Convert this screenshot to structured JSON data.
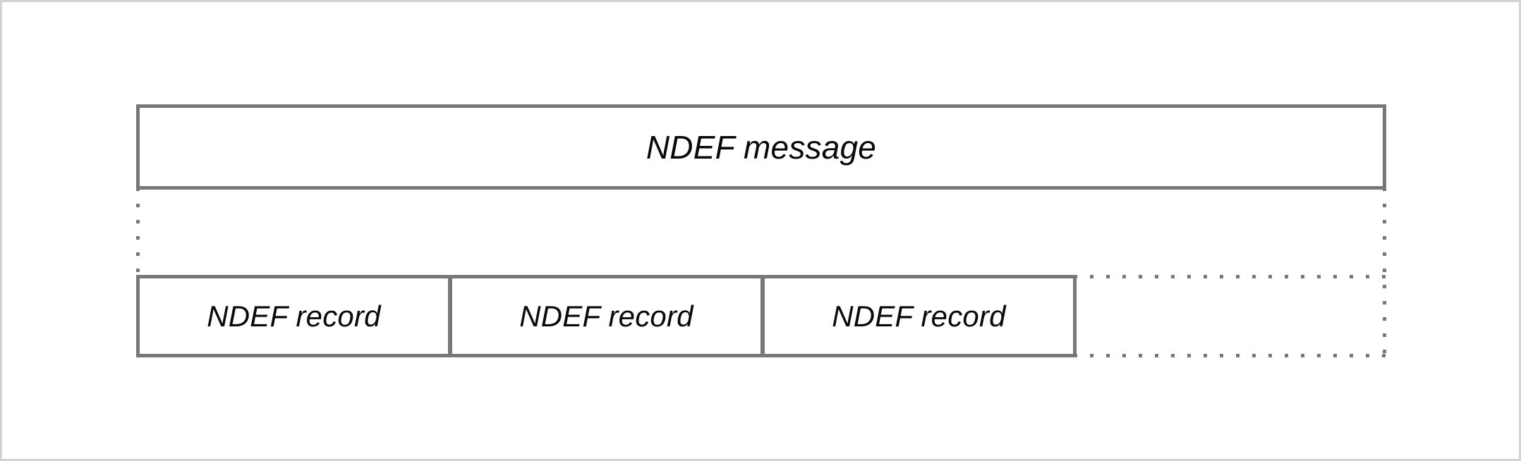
{
  "figure": {
    "title": "NDEF message structure",
    "stroke_color": "#787878",
    "text_color": "#0a0a0a",
    "background_color": "#ffffff",
    "frame_color": "#d4d4d6"
  },
  "message": {
    "label": "NDEF message"
  },
  "records": [
    {
      "label": "NDEF record"
    },
    {
      "label": "NDEF record"
    },
    {
      "label": "NDEF record"
    }
  ],
  "continuation": {
    "style": "dotted",
    "meaning": "additional records may follow"
  }
}
